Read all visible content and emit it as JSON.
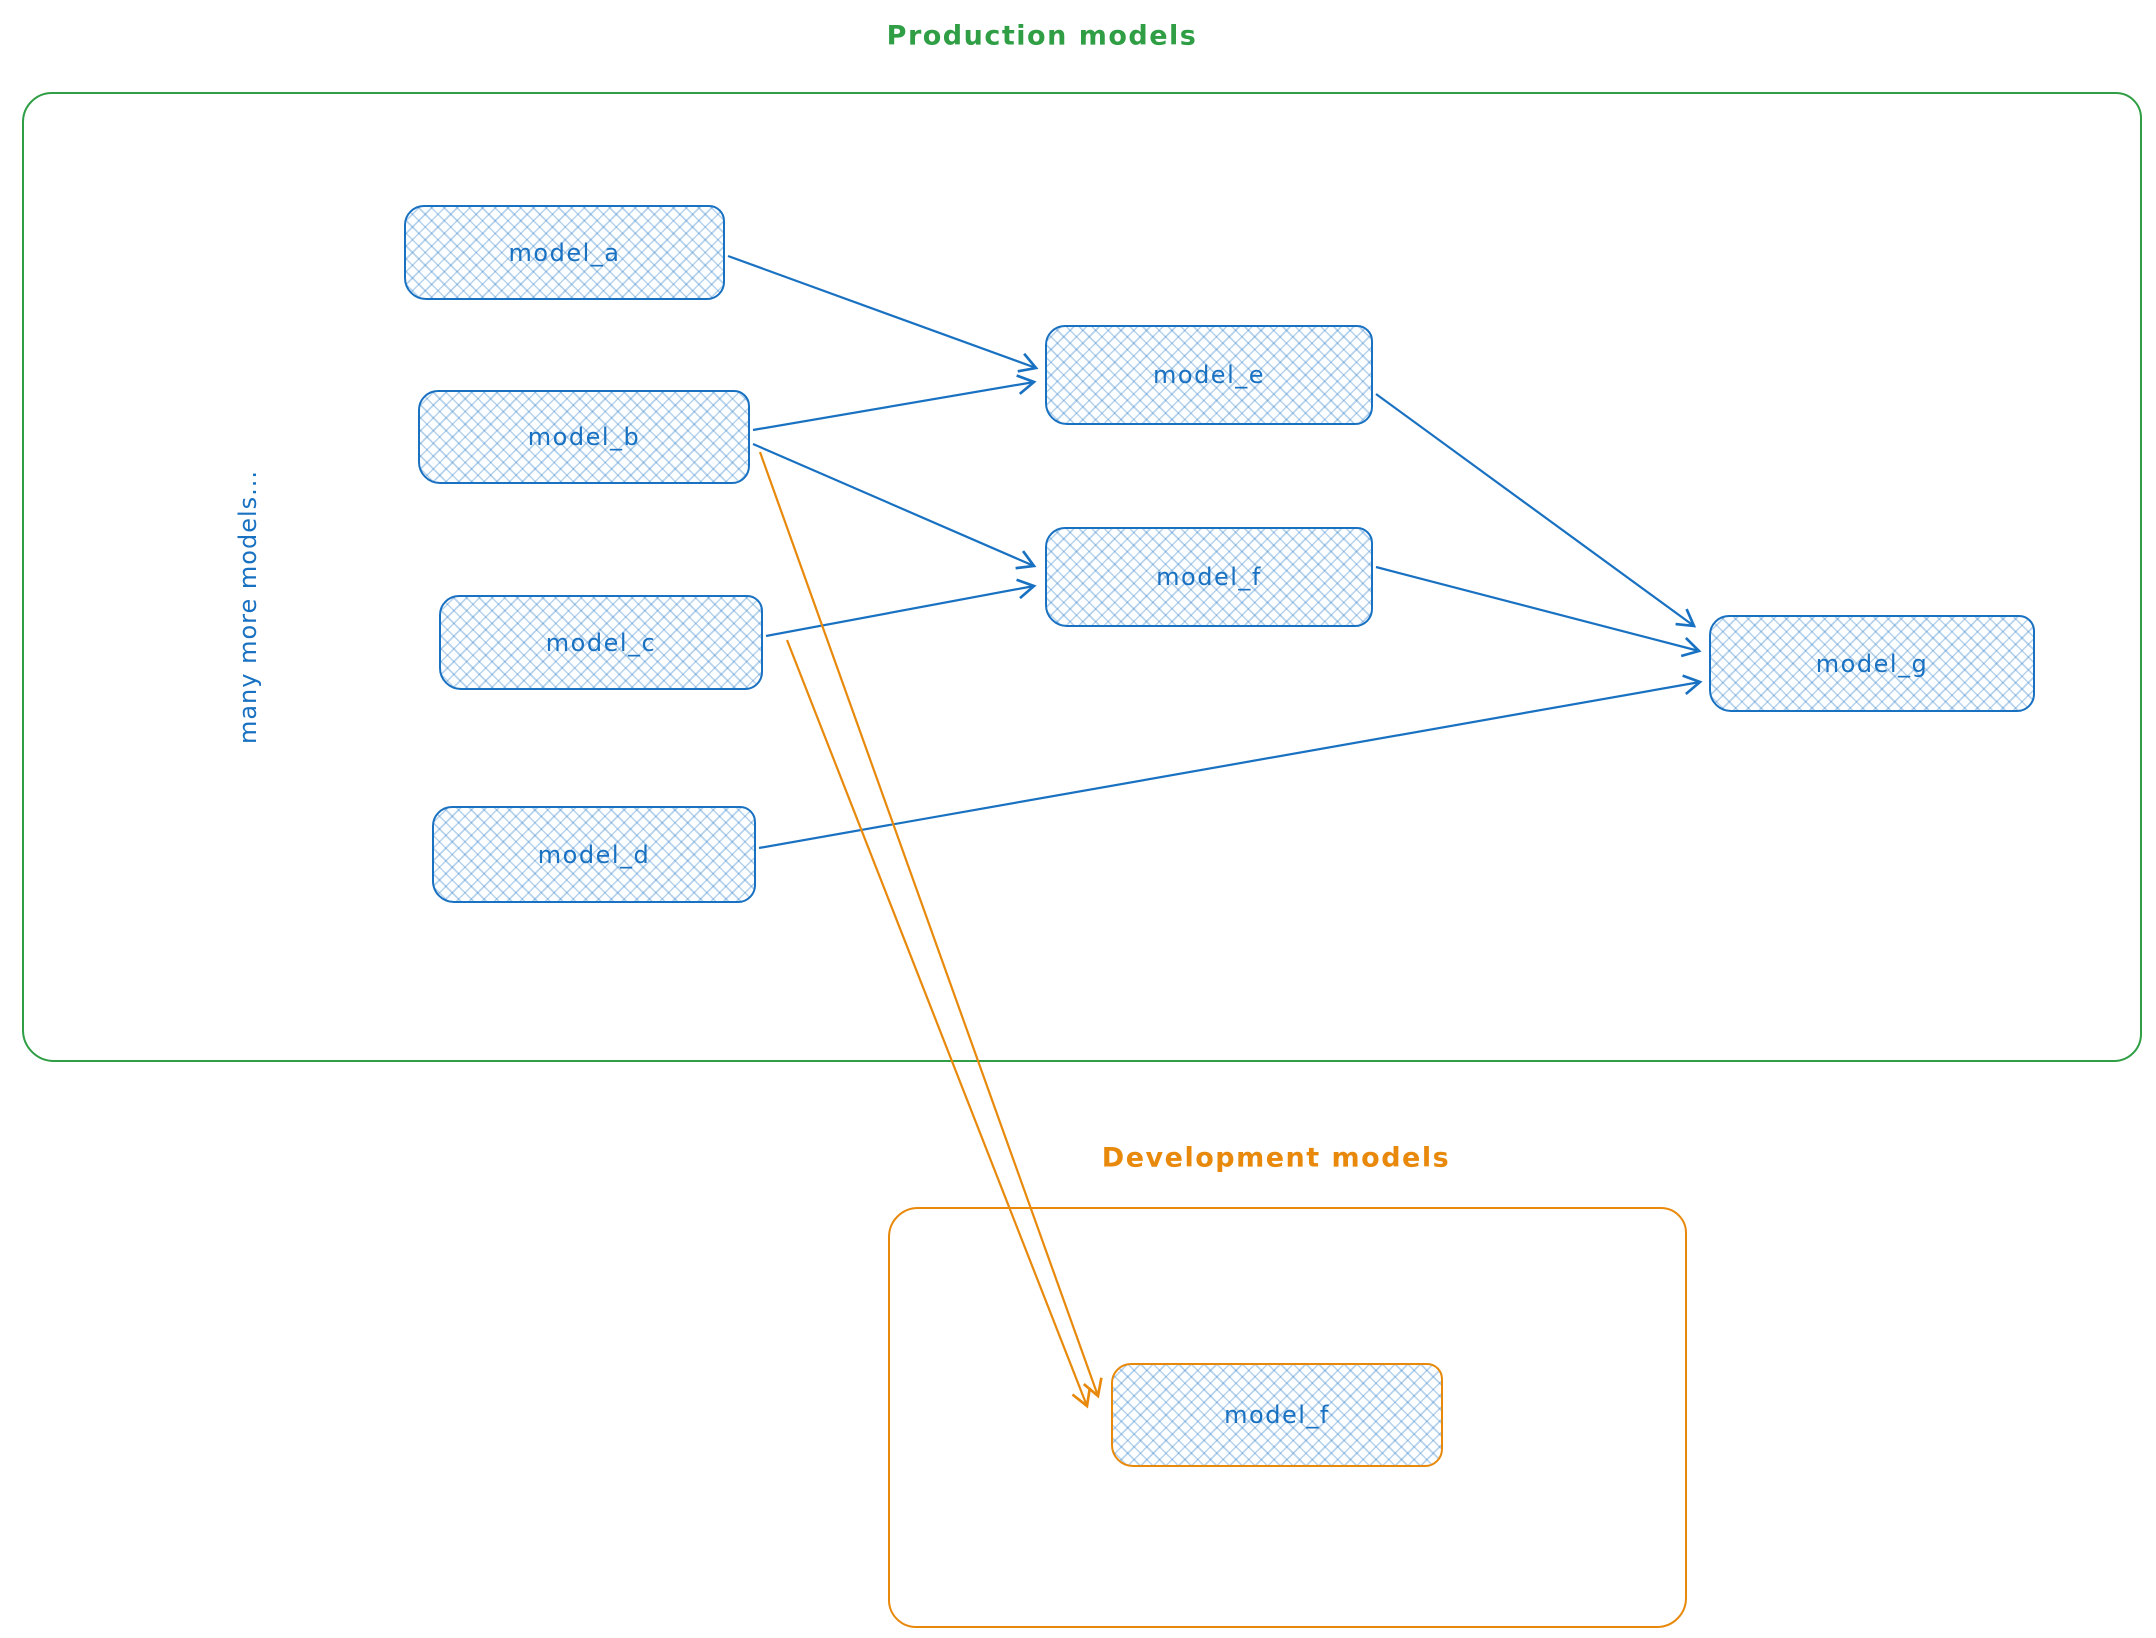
{
  "diagram": {
    "production": {
      "title": "Production models",
      "side_label": "many more models...",
      "nodes": {
        "model_a": "model_a",
        "model_b": "model_b",
        "model_c": "model_c",
        "model_d": "model_d",
        "model_e": "model_e",
        "model_f": "model_f",
        "model_g": "model_g"
      }
    },
    "development": {
      "title": "Development models",
      "nodes": {
        "model_f_dev": "model_f"
      }
    },
    "edges": {
      "production": [
        {
          "from": "model_a",
          "to": "model_e"
        },
        {
          "from": "model_b",
          "to": "model_e"
        },
        {
          "from": "model_b",
          "to": "model_f"
        },
        {
          "from": "model_c",
          "to": "model_f"
        },
        {
          "from": "model_e",
          "to": "model_g"
        },
        {
          "from": "model_f",
          "to": "model_g"
        },
        {
          "from": "model_d",
          "to": "model_g"
        }
      ],
      "development": [
        {
          "from": "model_b",
          "to": "model_f_dev"
        },
        {
          "from": "model_c",
          "to": "model_f_dev"
        }
      ]
    },
    "colors": {
      "blue": "#1971c2",
      "green": "#2f9e44",
      "orange": "#e8890c"
    }
  }
}
